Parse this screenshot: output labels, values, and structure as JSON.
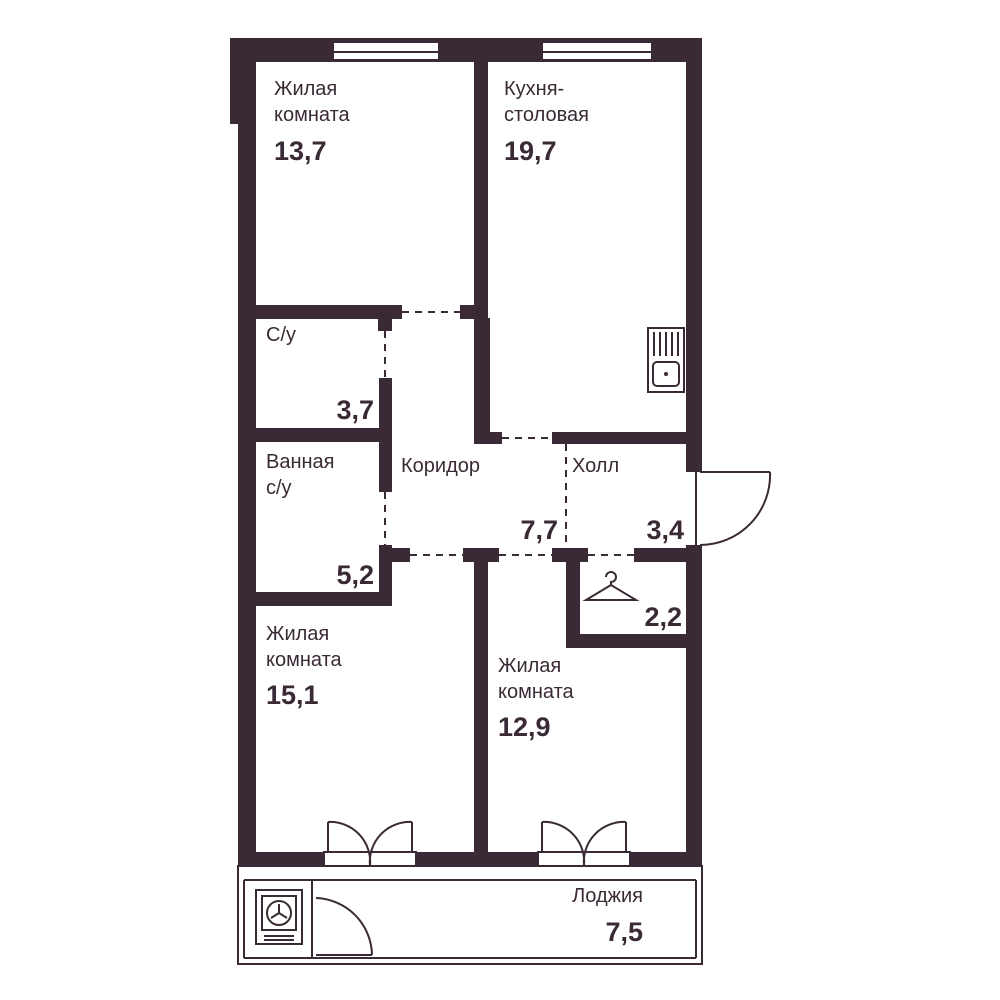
{
  "rooms": {
    "living1": {
      "name_line1": "Жилая",
      "name_line2": "комната",
      "area": "13,7"
    },
    "kitchen": {
      "name_line1": "Кухня-",
      "name_line2": "столовая",
      "area": "19,7"
    },
    "wc": {
      "name": "С/у",
      "area": "3,7"
    },
    "bath": {
      "name_line1": "Ванная",
      "name_line2": "с/у",
      "area": "5,2"
    },
    "corridor": {
      "name": "Коридор",
      "area": "7,7"
    },
    "hall": {
      "name": "Холл",
      "area": "3,4"
    },
    "wardrobe": {
      "area": "2,2"
    },
    "living2": {
      "name_line1": "Жилая",
      "name_line2": "комната",
      "area": "15,1"
    },
    "living3": {
      "name_line1": "Жилая",
      "name_line2": "комната",
      "area": "12,9"
    },
    "loggia": {
      "name": "Лоджия",
      "area": "7,5"
    }
  },
  "colors": {
    "wall": "#3a2a35",
    "background": "#ffffff"
  },
  "icons": [
    "sink-icon",
    "hanger-icon",
    "ventilation-fan-icon",
    "door-icon",
    "window-icon"
  ]
}
